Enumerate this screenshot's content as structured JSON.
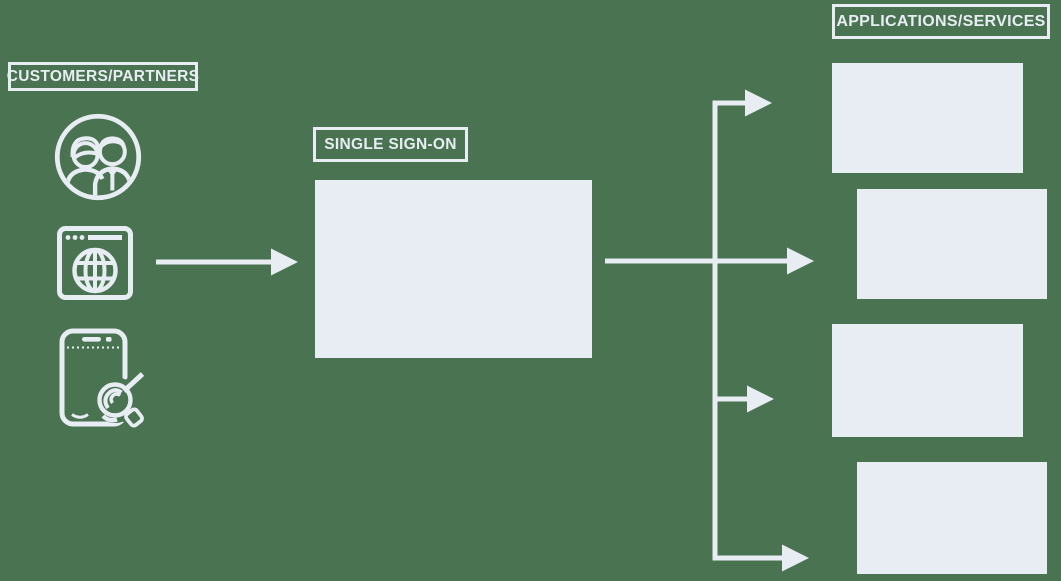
{
  "colors": {
    "bg": "#4a7351",
    "fg": "#e7edf3"
  },
  "customers": {
    "label": "CUSTOMERS/PARTNERS",
    "icons": [
      {
        "name": "customers-pair-icon"
      },
      {
        "name": "web-browser-globe-icon"
      },
      {
        "name": "mobile-contactless-icon"
      }
    ]
  },
  "sso": {
    "label": "SINGLE SIGN-ON"
  },
  "applications": {
    "label": "APPLICATIONS/SERVICES",
    "boxes": [
      {
        "name": "application-box-1"
      },
      {
        "name": "application-box-2"
      },
      {
        "name": "application-box-3"
      },
      {
        "name": "application-box-4"
      }
    ]
  }
}
